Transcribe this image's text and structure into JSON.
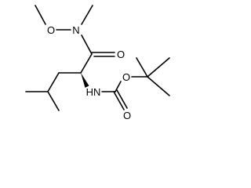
{
  "molecule": {
    "atoms": {
      "n_amide": "N",
      "o_methoxy": "O",
      "o_amide_carbonyl": "O",
      "nh_carbamate": "HN",
      "o_carbamate_ester": "O",
      "o_carbamate_carbonyl": "O"
    },
    "colors": {
      "bond": "#000000",
      "label": "#000000",
      "background": "#ffffff"
    }
  }
}
